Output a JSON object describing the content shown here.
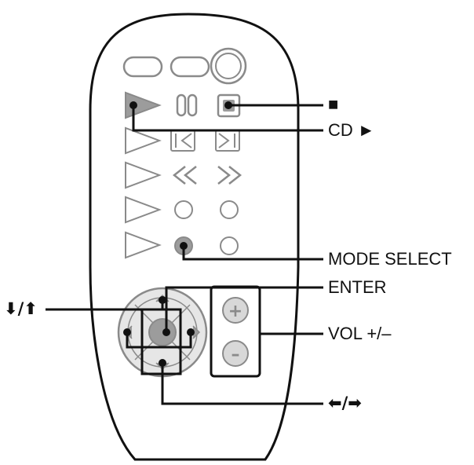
{
  "diagram": {
    "labels": {
      "stop": "■",
      "cd_play": "CD ►",
      "mode_select": "MODE SELECT",
      "enter": "ENTER",
      "down_up": "⬇/⬆",
      "vol": "VOL +/–",
      "left_right": "⬅/➡"
    },
    "vol_button_glyphs": {
      "plus": "+",
      "minus": "–"
    },
    "colors": {
      "line": "#111111",
      "remote_fill": "#ffffff",
      "button_outline": "#8a8a8a",
      "button_fill": "#e6e6e6",
      "highlight_fill": "#9c9c9c",
      "vol_fill": "#d8d8d8"
    }
  }
}
